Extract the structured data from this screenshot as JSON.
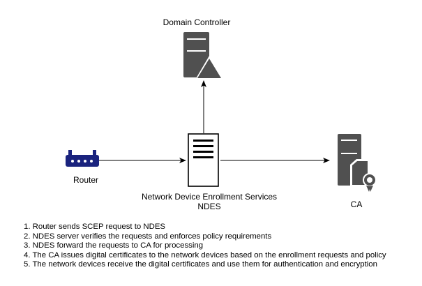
{
  "nodes": {
    "domain_controller": {
      "label": "Domain Controller",
      "icon": "server-warning-icon"
    },
    "router": {
      "label": "Router",
      "icon": "router-icon"
    },
    "ndes": {
      "label_line1": "Network Device Enrollment Services",
      "label_line2": "NDES",
      "icon": "server-rack-icon"
    },
    "ca": {
      "label": "CA",
      "icon": "certificate-server-icon"
    }
  },
  "edges": [
    {
      "from": "router",
      "to": "ndes"
    },
    {
      "from": "ndes",
      "to": "domain_controller"
    },
    {
      "from": "ndes",
      "to": "ca"
    }
  ],
  "steps": [
    "1. Router sends SCEP request to NDES",
    "2. NDES server verifies the requests and enforces policy requirements",
    "3. NDES forward the requests to CA for processing",
    "4. The CA issues digital certificates to the network devices based on the enrollment requests and policy",
    "5. The network devices receive the digital certificates and use them for authentication and encryption"
  ],
  "colors": {
    "icon": "#505050",
    "line": "#000000",
    "background": "#ffffff"
  }
}
